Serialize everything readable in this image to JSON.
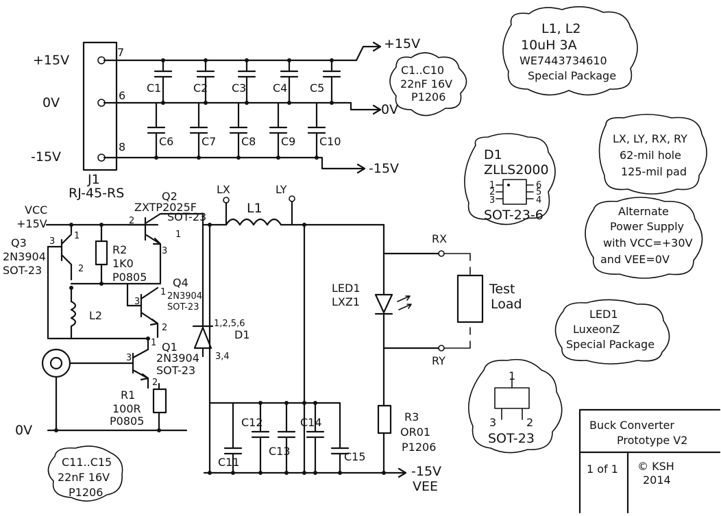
{
  "connector": {
    "pins": [
      "7",
      "6",
      "8"
    ],
    "rails": [
      "+15V",
      "0V",
      "-15V"
    ],
    "ref": "J1",
    "type": "RJ-45-RS"
  },
  "outputs": {
    "pos": "+15V",
    "zero": "0V",
    "neg": "-15V"
  },
  "caps_top": [
    "C1",
    "C2",
    "C3",
    "C4",
    "C5"
  ],
  "caps_bottom": [
    "C6",
    "C7",
    "C8",
    "C9",
    "C10"
  ],
  "caps_load": [
    "C11",
    "C12",
    "C13",
    "C14",
    "C15"
  ],
  "notes": {
    "c1_c10": [
      "C1..C10",
      "22nF 16V",
      "P1206"
    ],
    "l1_l2": [
      "L1, L2",
      "10uH 3A",
      "WE7443734610",
      "Special Package"
    ],
    "d1": [
      "D1",
      "ZLLS2000",
      "SOT-23-6"
    ],
    "d1_pins_left": [
      "1",
      "2",
      "3"
    ],
    "d1_pins_right": [
      "6",
      "5",
      "4"
    ],
    "pads": [
      "LX, LY, RX, RY",
      "62-mil hole",
      "125-mil pad"
    ],
    "alt_supply": [
      "Alternate",
      "Power Supply",
      "with VCC=+30V",
      "and VEE=0V"
    ],
    "led": [
      "LED1",
      "LuxeonZ",
      "Special Package"
    ],
    "c11_c15": [
      "C11..C15",
      "22nF 16V",
      "P1206"
    ],
    "sot23": [
      "1",
      "3",
      "2",
      "SOT-23"
    ]
  },
  "supply": {
    "vcc": "VCC",
    "plus15": "+15V",
    "zero": "0V",
    "minus15": "-15V",
    "vee": "VEE"
  },
  "q3": {
    "ref": "Q3",
    "part": "2N3904",
    "pkg": "SOT-23",
    "pins": [
      "3",
      "1",
      "2"
    ]
  },
  "r2": {
    "ref": "R2",
    "value": "1K0",
    "pkg": "P0805"
  },
  "q2": {
    "ref": "Q2",
    "part": "ZXTP2025F",
    "pkg": "SOT-23",
    "pins": [
      "2",
      "1",
      "3"
    ]
  },
  "q4": {
    "ref": "Q4",
    "part": "2N3904",
    "pkg": "SOT-23",
    "pins": [
      "3",
      "1",
      "2"
    ]
  },
  "l2": {
    "ref": "L2"
  },
  "q1": {
    "ref": "Q1",
    "part": "2N3904",
    "pkg": "SOT-23",
    "pins": [
      "1",
      "3",
      "2"
    ]
  },
  "r1": {
    "ref": "R1",
    "value": "100R",
    "pkg": "P0805"
  },
  "d1": {
    "ref": "D1",
    "pins_top": "1,2,5,6",
    "pins_bot": "3,4"
  },
  "l1": {
    "ref": "L1"
  },
  "testpoints": {
    "lx": "LX",
    "ly": "LY",
    "rx": "RX",
    "ry": "RY"
  },
  "led1": {
    "ref": "LED1",
    "part": "LXZ1"
  },
  "load": [
    "Test",
    "Load"
  ],
  "r3": {
    "ref": "R3",
    "value": "OR01",
    "pkg": "P1206"
  },
  "title_block": {
    "title": [
      "Buck Converter",
      "Prototype V2"
    ],
    "sheet": "1 of 1",
    "copyright": [
      "© KSH",
      "2014"
    ]
  }
}
